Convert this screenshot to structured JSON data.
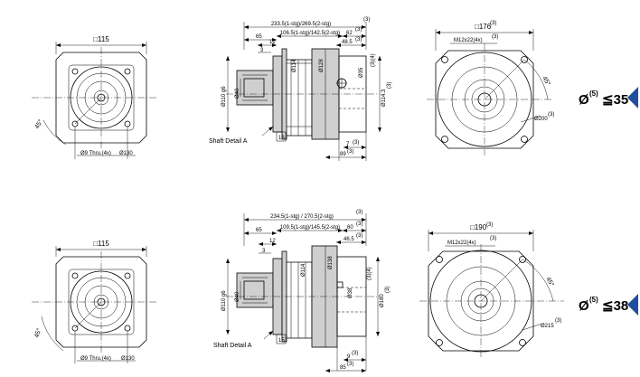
{
  "variant_a": {
    "front": {
      "square": "□115",
      "holes": "Ø9 Thru.(4x)",
      "pcd": "Ø130",
      "angle": "45°"
    },
    "side": {
      "total": "233.5(1-stg)/269.5(2-stg)",
      "total_ref": "(3)",
      "body": "106.5(1-stg)/142.5(2-stg)",
      "d62": "62",
      "d62_ref": "(3)",
      "d65": "65",
      "d12": "12",
      "d3": "3",
      "d48": "48.5",
      "d48_ref": "(3)",
      "shaft_dia": "Ø110 g6",
      "shaft_key": "Ø40",
      "d114": "Ø114",
      "d128": "Ø128",
      "d35": "Ø35",
      "d35_ref": "(3)(4)",
      "d1143": "Ø114.3",
      "d1143_ref": "(3)",
      "d16": "16",
      "d7": "7",
      "d7_ref": "(3)",
      "d89": "89",
      "d89_ref": "(3)",
      "shaft_detail": "Shaft Detail  A"
    },
    "rear": {
      "square": "□176",
      "square_ref": "(3)",
      "thread": "M12x22(4x)",
      "thread_ref": "(3)",
      "angle": "45°",
      "pcd": "Ø200",
      "pcd_ref": "(3)"
    },
    "tag": {
      "symbol": "Ø",
      "ref": "(5)",
      "relation": "≦35"
    }
  },
  "variant_b": {
    "front": {
      "square": "□115",
      "holes": "Ø9 Thru.(4x)",
      "pcd": "Ø130",
      "angle": "45°"
    },
    "side": {
      "total": "234.5(1-stg) / 270.5(2-stg)",
      "total_ref": "(3)",
      "body": "109.5(1-stg)/145.5(2-stg)",
      "d60": "60",
      "d60_ref": "(3)",
      "d65": "65",
      "d12": "12",
      "d3": "3",
      "d46": "46.5",
      "d46_ref": "(3)",
      "shaft_dia": "Ø110 g6",
      "shaft_key": "Ø40",
      "d114": "Ø114",
      "d138": "Ø138",
      "d38": "Ø38",
      "d38_ref": "(3)(4)",
      "d180": "Ø180",
      "d180_ref": "(3)",
      "d15": "15",
      "d9": "9",
      "d9_ref": "(3)",
      "d85": "85",
      "d85_ref": "(3)",
      "shaft_detail": "Shaft Detail  A"
    },
    "rear": {
      "square": "□190",
      "square_ref": "(3)",
      "thread": "M12x22(4x)",
      "thread_ref": "(3)",
      "angle": "45°",
      "pcd": "Ø215",
      "pcd_ref": "(3)"
    },
    "tag": {
      "symbol": "Ø",
      "ref": "(5)",
      "relation": "≦38"
    }
  }
}
